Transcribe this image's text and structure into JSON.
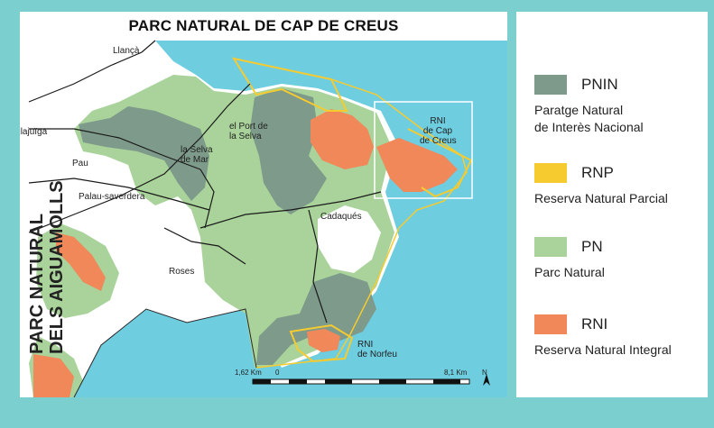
{
  "title": "PARC NATURAL DE CAP DE CREUS",
  "places": {
    "llanca": "Llançà",
    "vilajuiga": "Vilajuïga",
    "port_selva": "el Port de\nla Selva",
    "selva_mar": "la Selva\nde Mar",
    "pau": "Pau",
    "palau": "Palau-saverdera",
    "cadaques": "Cadaqués",
    "roses": "Roses",
    "rni_cap_creus": "RNI\nde Cap\nde Creus",
    "rni_norfeu": "RNI\nde Norfeu"
  },
  "side_label": "PARC NATURAL\nDELS AIGUAMOLLS",
  "scale": {
    "left_label": "1,62 Km",
    "zero_label": "0",
    "right_label": "8,1 Km",
    "north": "N"
  },
  "colors": {
    "sea": "#6fcde0",
    "frame": "#7ccfcf",
    "pnin": "#7d9a8a",
    "rnp": "#f6cb2f",
    "pn": "#a9d39a",
    "rni": "#f0885a"
  },
  "legend": [
    {
      "code": "PNIN",
      "desc": "Paratge Natural\nde Interès Nacional",
      "color": "#7d9a8a"
    },
    {
      "code": "RNP",
      "desc": "Reserva Natural Parcial",
      "color": "#f6cb2f"
    },
    {
      "code": "PN",
      "desc": "Parc Natural",
      "color": "#a9d39a"
    },
    {
      "code": "RNI",
      "desc": "Reserva Natural Integral",
      "color": "#f0885a"
    }
  ]
}
